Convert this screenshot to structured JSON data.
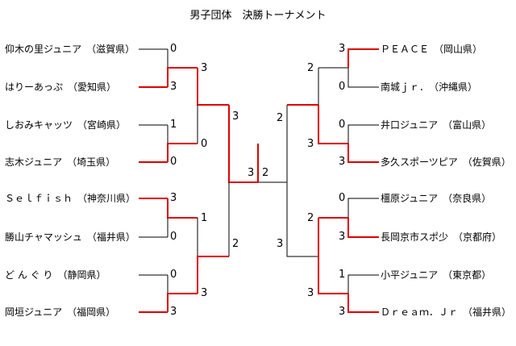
{
  "title": "男子団体　決勝トーナメント",
  "left_teams": [
    {
      "name": "仰木の里ジュニア",
      "pref": "（滋賀県）"
    },
    {
      "name": "はりーあっぷ",
      "pref": "（愛知県）"
    },
    {
      "name": "しおみキャッツ",
      "pref": "（宮崎県）"
    },
    {
      "name": "志木ジュニア",
      "pref": "（埼玉県）"
    },
    {
      "name": "Ｓｅｌｆｉｓｈ",
      "pref": "（神奈川県）"
    },
    {
      "name": "勝山チャマッシュ",
      "pref": "（福井県）"
    },
    {
      "name": "ど ん ぐ り",
      "pref": "（静岡県）"
    },
    {
      "name": "岡垣ジュニア",
      "pref": "（福岡県）"
    }
  ],
  "right_teams": [
    {
      "name": "ＰＥＡＣＥ",
      "pref": "（岡山県）"
    },
    {
      "name": "南城ｊｒ．",
      "pref": "（沖縄県）"
    },
    {
      "name": "井口ジュニア",
      "pref": "（富山県）"
    },
    {
      "name": "多久スポーツピア",
      "pref": "（佐賀県）"
    },
    {
      "name": "橿原ジュニア",
      "pref": "（奈良県）"
    },
    {
      "name": "長岡京市スポ少",
      "pref": "（京都府）"
    },
    {
      "name": "小平ジュニア",
      "pref": "（東京都）"
    },
    {
      "name": "Ｄｒｅａｍ．Ｊｒ",
      "pref": "（福井県）"
    }
  ],
  "scores": {
    "l_r1": [
      "0",
      "3",
      "1",
      "0",
      "3",
      "0",
      "0",
      "3"
    ],
    "l_r2": [
      "3",
      "0",
      "1",
      "3"
    ],
    "l_sf": [
      "3",
      "2"
    ],
    "r_r1": [
      "3",
      "0",
      "0",
      "3",
      "0",
      "3",
      "1",
      "3"
    ],
    "r_r2": [
      "2",
      "3",
      "2",
      "3"
    ],
    "r_sf": [
      "2",
      "3"
    ],
    "final": [
      "3",
      "2"
    ]
  },
  "colors": {
    "win": "#e00000",
    "line": "#000000"
  }
}
